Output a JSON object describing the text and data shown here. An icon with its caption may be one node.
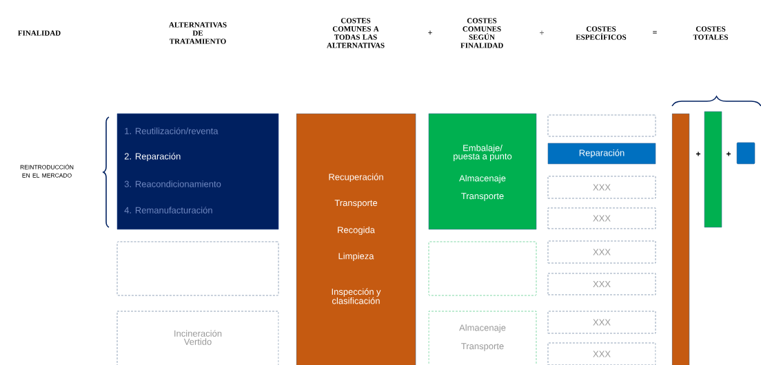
{
  "diagram": {
    "nodes": [
      {
        "text": [
          "1. Reutilización/reventa",
          "2. Reparación",
          "3. Reacondicionamiento",
          "4. Remanufacturación"
        ]
      },
      {
        "text": [],
        "shape": "box"
      },
      {
        "text": [
          "Incineración Vertido"
        ]
      },
      {
        "text": [
          "Recuperación",
          "Transporte",
          "Recogida",
          "Limpieza",
          "Inspección y clasificación"
        ]
      },
      {
        "text": [
          "Embalaje/ puesta a punto",
          "Almacenaje",
          "Transporte"
        ]
      },
      {
        "text": [],
        "shape": "box"
      },
      {
        "text": [
          "Almacenaje",
          "Transporte"
        ]
      },
      {
        "text": [],
        "shape": "box"
      },
      {
        "text": [
          "Reparación"
        ]
      },
      {
        "text": [
          "XXX"
        ]
      },
      {
        "text": [
          "XXX"
        ]
      },
      {
        "text": [
          "XXX"
        ]
      },
      {
        "text": [
          "XXX"
        ]
      },
      {
        "text": [
          "XXX"
        ]
      },
      {
        "text": [
          "XXX"
        ]
      },
      {
        "text": [],
        "shape": "bar"
      },
      {
        "text": [],
        "shape": "bar"
      },
      {
        "text": [],
        "shape": "box"
      }
    ],
    "labels": [
      "FINALIDAD",
      "ALTERNATIVAS DE TRATAMIENTO",
      "COSTES COMUNES A TODAS LAS ALTERNATIVAS",
      "+",
      "COSTES COMUNES SEGÚN FINALIDAD",
      "+",
      "COSTES ESPECÍFICOS",
      "=",
      "COSTES TOTALES",
      "REINTRODUCCIÓN EN EL MERCADO",
      "+",
      "+"
    ]
  }
}
